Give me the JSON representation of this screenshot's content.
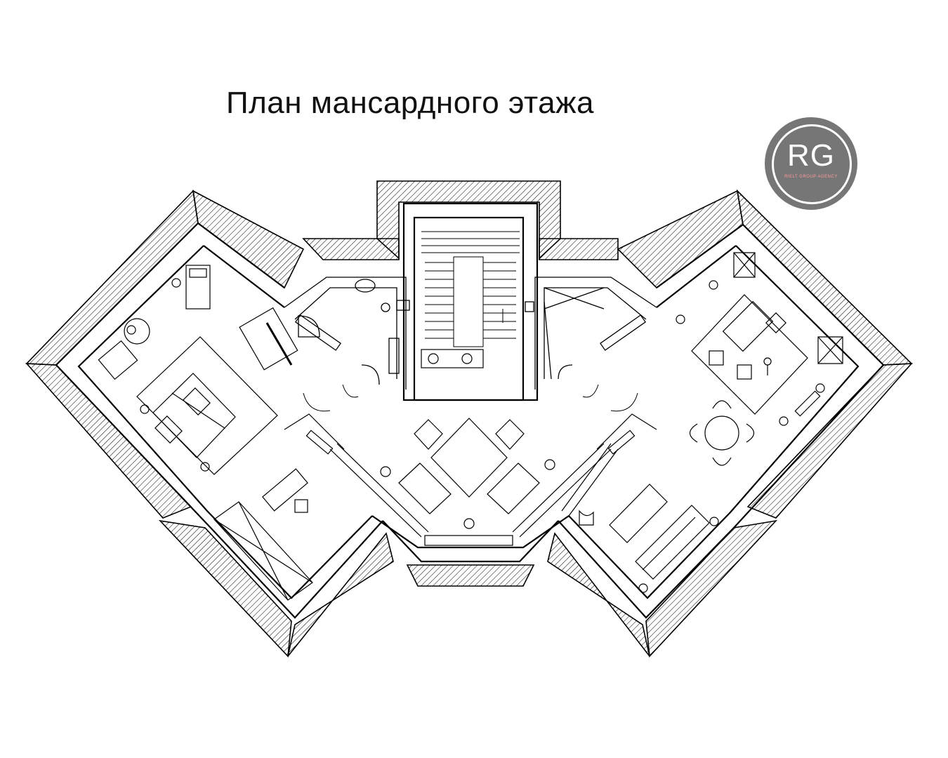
{
  "title": "План мансардного этажа",
  "logo": {
    "monogram": "RG",
    "tagline": "RIELT GROUP AGENCY"
  },
  "colors": {
    "line": "#000000",
    "logo_bg": "#767676",
    "logo_ring": "#ffffff"
  }
}
